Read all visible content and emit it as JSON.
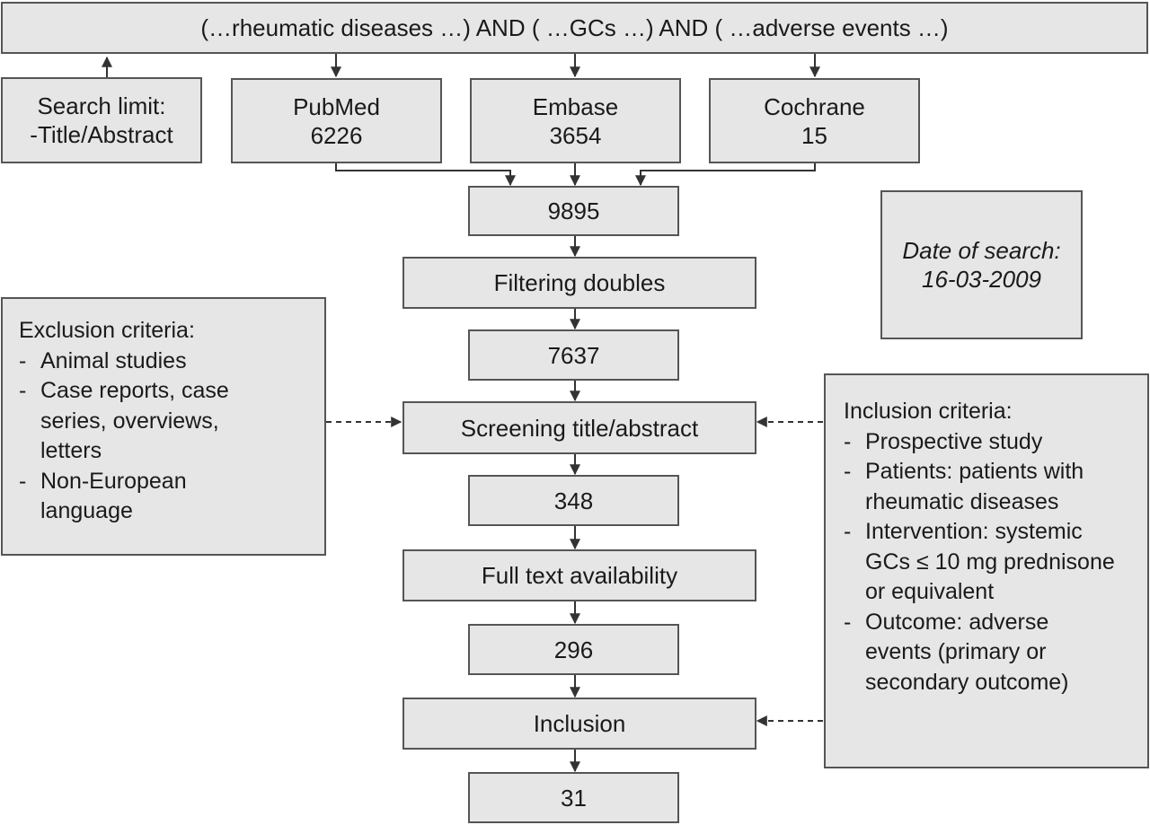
{
  "query": "(…rheumatic diseases …) AND ( …GCs …) AND ( …adverse events …)",
  "search_limit": {
    "line1": "Search limit:",
    "line2": "-Title/Abstract"
  },
  "sources": [
    {
      "name": "PubMed",
      "count": "6226"
    },
    {
      "name": "Embase",
      "count": "3654"
    },
    {
      "name": "Cochrane",
      "count": "15"
    }
  ],
  "date_of_search": {
    "line1": "Date of search:",
    "line2": "16-03-2009"
  },
  "steps": {
    "combined": "9895",
    "filter": "Filtering doubles",
    "after_filter": "7637",
    "screening": "Screening title/abstract",
    "after_screening": "348",
    "fulltext": "Full text availability",
    "after_fulltext": "296",
    "inclusion": "Inclusion",
    "final": "31"
  },
  "exclusion": {
    "title": "Exclusion criteria:",
    "items": [
      "Animal studies",
      "Case reports, case series, overviews, letters",
      "Non-European language"
    ]
  },
  "inclusion_criteria": {
    "title": "Inclusion criteria:",
    "items": [
      "Prospective study",
      "Patients: patients with rheumatic diseases",
      "Intervention: systemic GCs ≤ 10 mg prednisone or equivalent",
      "Outcome: adverse events (primary or secondary outcome)"
    ]
  }
}
